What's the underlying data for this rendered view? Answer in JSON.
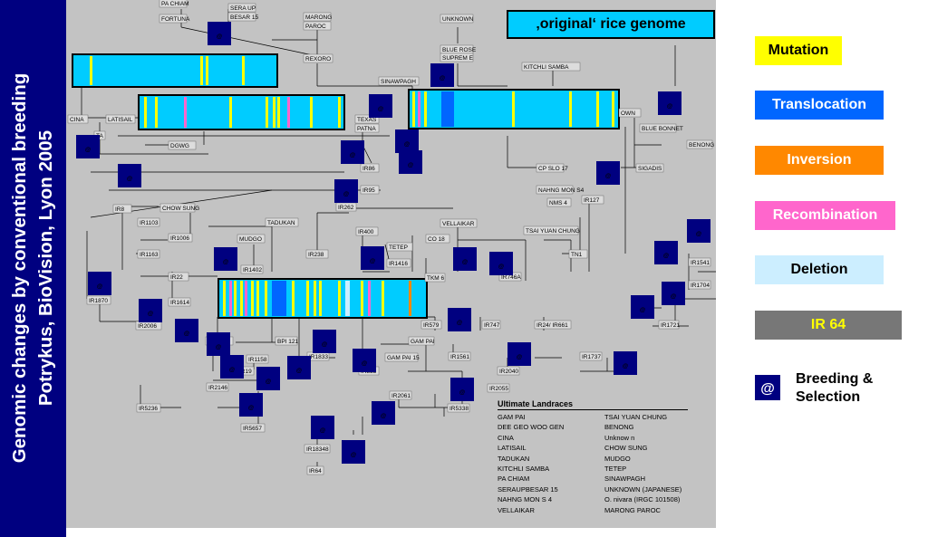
{
  "sidebar": {
    "line1": "Genomic changes by conventional breeding",
    "line2": "Potrykus, BioVision, Lyon 2005"
  },
  "original_label": "‚original‘ rice genome",
  "legend": [
    {
      "label": "Mutation",
      "bg": "#ffff00",
      "fg": "#000000"
    },
    {
      "label": "Translocation",
      "bg": "#0066ff",
      "fg": "#ffffff"
    },
    {
      "label": "Inversion",
      "bg": "#ff8800",
      "fg": "#ffffff"
    },
    {
      "label": "Recombination",
      "bg": "#ff66cc",
      "fg": "#ffffff"
    },
    {
      "label": "Deletion",
      "bg": "#cceeff",
      "fg": "#000000"
    },
    {
      "label": "IR 64",
      "bg": "#777777",
      "fg": "#ffff00"
    }
  ],
  "breeding_icon": "at-sign-icon",
  "breeding_glyph": "@",
  "breeding_label_1": "Breeding &",
  "breeding_label_2": "Selection",
  "landraces": {
    "title": "Ultimate Landraces",
    "col1": [
      "GAM PAI",
      "DEE GEO WOO GEN",
      "CINA",
      "LATISAIL",
      "TADUKAN",
      "KITCHLI SAMBA",
      "PA CHIAM",
      "SERAUPBESAR 15",
      "NAHNG MON S 4",
      "VELLAIKAR"
    ],
    "col2": [
      "TSAI YUAN CHUNG",
      "BENONG",
      "Unknow n",
      "CHOW SUNG",
      "MUDGO",
      "TETEP",
      "SINAWPAGH",
      "UNKNOWN (JAPANESE)",
      "O. nivara (IRGC 101508)",
      "MARONG PAROC"
    ]
  },
  "nodes": [
    "PA CHIAM",
    "SERA UP",
    "BESAR 15",
    "FORTUNA",
    "MARONG",
    "PAROC",
    "UNKNOWN",
    "BLUE ROSE",
    "SUPREM E",
    "REXORO",
    "KITCHLI SAMBA",
    "SINAWPAGH",
    "CINA",
    "LATISAIL",
    "TA",
    "DGWG",
    "TEXAS",
    "PATNA",
    "OWN",
    "BLUE BONNET",
    "BENONG",
    "IR86",
    "IR95",
    "CP SLO 17",
    "SIGADIS",
    "NAHNG MON S4",
    "NMS 4",
    "IR127",
    "IR8",
    "CHOW SUNG",
    "IR262",
    "IR1103",
    "IR1006",
    "TADUKAN",
    "MUDGO",
    "IR400",
    "VELLAIKAR",
    "CO 18",
    "TSAI YUAN CHUNG",
    "IR1163",
    "TETEP",
    "IR238",
    "IR1416",
    "IR1402",
    "TN1",
    "IR1541",
    "IR22",
    "TKM 6",
    "IR746A",
    "IR1704",
    "IR1870",
    "IR1614",
    "IR2006",
    "IR579",
    "IR747",
    "IR24/ IR661",
    "IR1721",
    "IR773 A",
    "BPI 121",
    "GAM PAI",
    "IR1158",
    "IR1833",
    "GAM PAI 15",
    "IR1561",
    "IR1737",
    "IR19",
    "IR833",
    "IR2040",
    "IR2146",
    "IR2061",
    "IR2055",
    "IR5236",
    "IR5338",
    "IR5657",
    "IR18348",
    "IR64"
  ]
}
